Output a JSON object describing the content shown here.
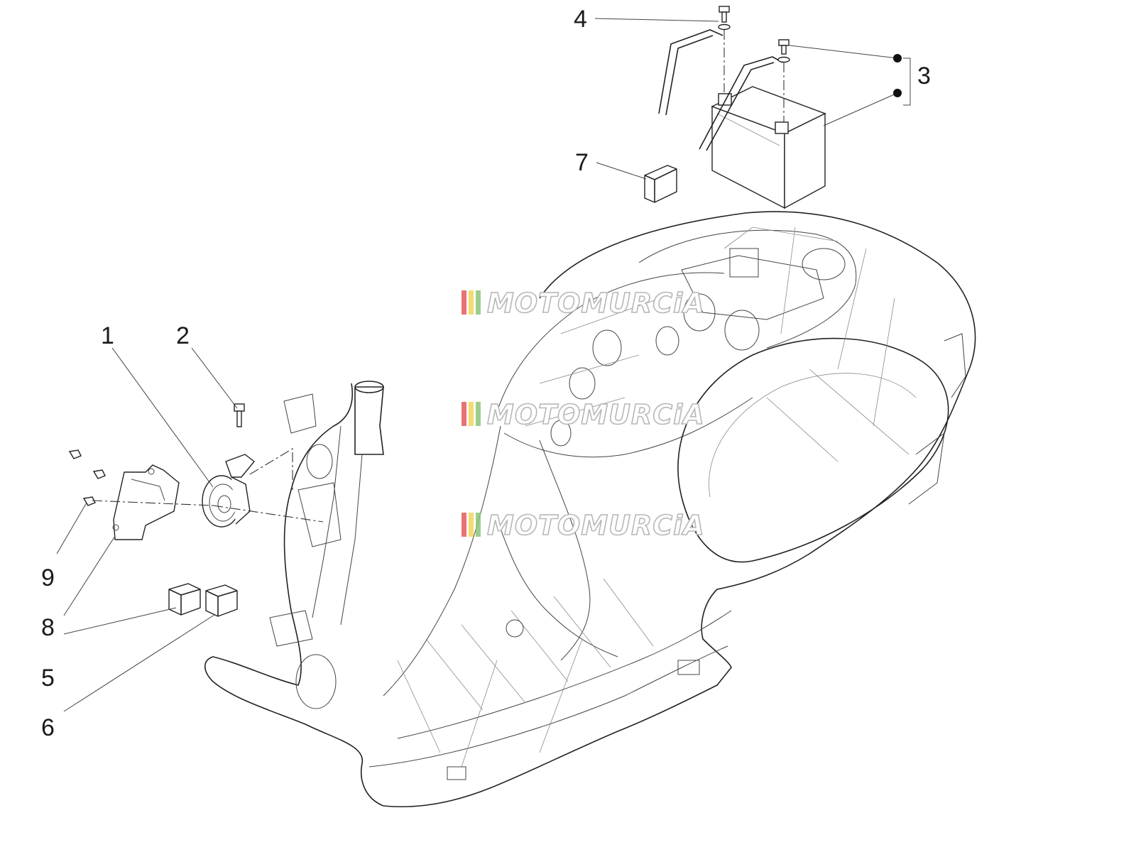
{
  "callouts": {
    "c1": "1",
    "c2": "2",
    "c3": "3",
    "c4": "4",
    "c5": "5",
    "c6": "6",
    "c7": "7",
    "c8": "8",
    "c9": "9"
  },
  "watermark": {
    "text": "MOTOMURCiA",
    "stripe_colors": [
      "#e35b5b",
      "#f2d45b",
      "#8cc47a"
    ]
  },
  "colors": {
    "line": "#222222",
    "background": "#ffffff"
  }
}
